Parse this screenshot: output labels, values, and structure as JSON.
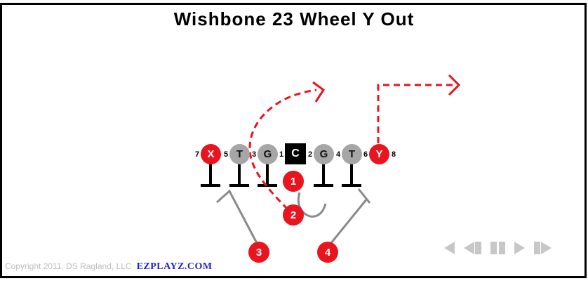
{
  "title": "Wishbone 23 Wheel Y Out",
  "colors": {
    "accent_red": "#e8141e",
    "player_gray": "#a6a6a6",
    "route_gray": "#8a8a8a",
    "controls_gray": "#c7c7c7",
    "copyright_gray": "#bdbdbd",
    "brand_blue": "#2222cc"
  },
  "line_of_scrimmage": {
    "numbers": [
      "7",
      "5",
      "3",
      "1",
      "2",
      "4",
      "6",
      "8"
    ],
    "players": [
      {
        "label": "X",
        "shape": "circle",
        "color": "red"
      },
      {
        "label": "T",
        "shape": "circle",
        "color": "gray"
      },
      {
        "label": "G",
        "shape": "circle",
        "color": "gray"
      },
      {
        "label": "C",
        "shape": "square",
        "color": "black"
      },
      {
        "label": "G",
        "shape": "circle",
        "color": "gray"
      },
      {
        "label": "T",
        "shape": "circle",
        "color": "gray"
      },
      {
        "label": "Y",
        "shape": "circle",
        "color": "red"
      }
    ]
  },
  "backfield": [
    {
      "label": "1"
    },
    {
      "label": "2"
    },
    {
      "label": "3"
    },
    {
      "label": "4"
    }
  ],
  "routes": {
    "wheel_route_player": "2",
    "out_route_player": "Y",
    "style": "red-dashed-arrows"
  },
  "footer": {
    "copyright": "Copyright 2011, DS Ragland, LLC",
    "brand": "EZPLAYZ.COM"
  },
  "controls": [
    {
      "name": "play-reverse",
      "icon": "triangle-left-icon"
    },
    {
      "name": "step-backward",
      "icon": "triangle-left-bar-icon"
    },
    {
      "name": "pause",
      "icon": "pause-bars-icon"
    },
    {
      "name": "play",
      "icon": "triangle-right-icon"
    },
    {
      "name": "step-forward",
      "icon": "bar-triangle-right-icon"
    }
  ]
}
